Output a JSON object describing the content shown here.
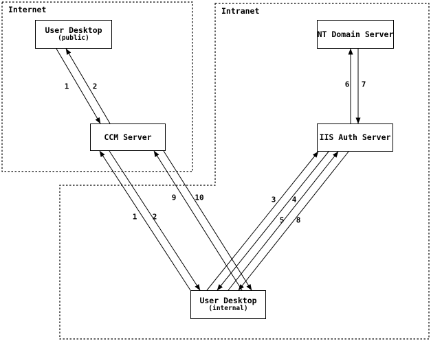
{
  "zones": {
    "internet": {
      "label": "Internet"
    },
    "intranet": {
      "label": "Intranet"
    }
  },
  "nodes": {
    "user_desktop_public": {
      "title": "User Desktop",
      "subtitle": "(public)"
    },
    "nt_domain_server": {
      "title": "NT Domain Server"
    },
    "ccm_server": {
      "title": "CCM Server"
    },
    "iis_auth_server": {
      "title": "IIS Auth Server"
    },
    "user_desktop_internal": {
      "title": "User Desktop",
      "subtitle": "(internal)"
    }
  },
  "edge_labels": {
    "top_1": "1",
    "top_2": "2",
    "mid_1": "1",
    "mid_2": "2",
    "n9": "9",
    "n10": "10",
    "n3": "3",
    "n4": "4",
    "n5": "5",
    "n8": "8",
    "n6": "6",
    "n7": "7"
  },
  "colors": {
    "ink": "#000000",
    "background": "#ffffff"
  }
}
